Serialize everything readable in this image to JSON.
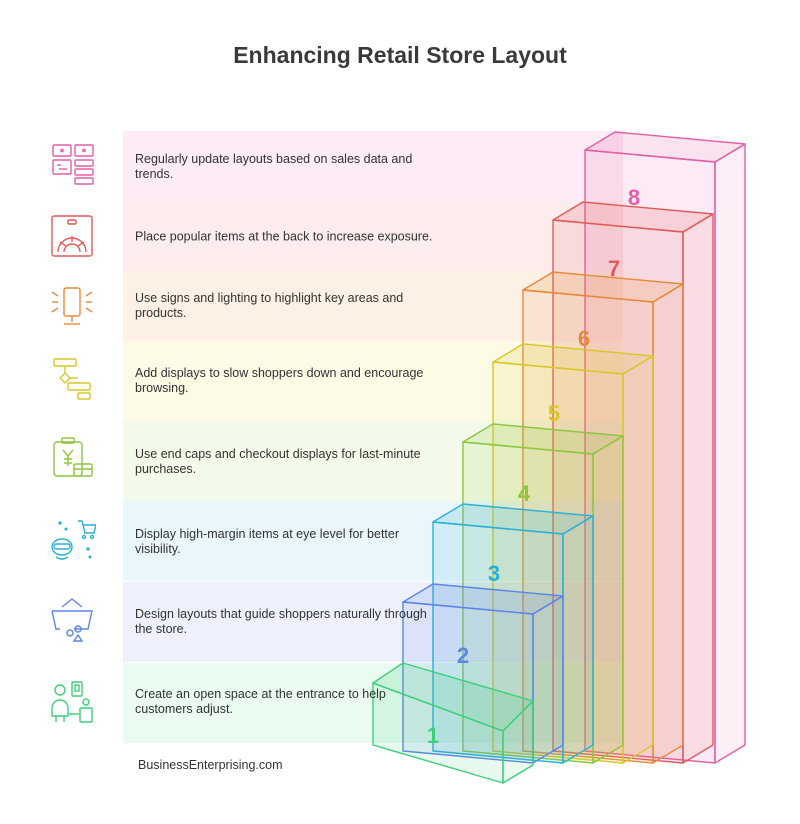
{
  "title": "Enhancing Retail Store Layout",
  "footer": "BusinessEnterprising.com",
  "steps": [
    {
      "number": "1",
      "text": "Create an open space at the entrance to help customers adjust.",
      "color": "#3ccf7a",
      "band": "#eafbf0",
      "icon": "people-reception-icon"
    },
    {
      "number": "2",
      "text": "Design layouts that guide shoppers naturally through the store.",
      "color": "#5b86e5",
      "band": "#eef1fc",
      "icon": "shopping-basket-icon"
    },
    {
      "number": "3",
      "text": "Display high-margin items at eye level for better visibility.",
      "color": "#2bb0d6",
      "band": "#e9f6fc",
      "icon": "eye-level-cart-icon"
    },
    {
      "number": "4",
      "text": "Use end caps and checkout displays for last-minute purchases.",
      "color": "#8dc63f",
      "band": "#f3fae9",
      "icon": "checkout-register-icon"
    },
    {
      "number": "5",
      "text": "Add displays to slow shoppers down and encourage browsing.",
      "color": "#d9c72a",
      "band": "#fdfbe6",
      "icon": "display-flow-icon"
    },
    {
      "number": "6",
      "text": "Use signs and lighting to highlight key areas and products.",
      "color": "#e8893a",
      "band": "#fdf1e6",
      "icon": "lit-sign-icon"
    },
    {
      "number": "7",
      "text": "Place popular items at the back to increase exposure.",
      "color": "#e25a5a",
      "band": "#fcecec",
      "icon": "store-layout-icon"
    },
    {
      "number": "8",
      "text": "Regularly update layouts based on sales data and trends.",
      "color": "#e45ea8",
      "band": "#fdebf5",
      "icon": "layout-grid-icon"
    }
  ]
}
